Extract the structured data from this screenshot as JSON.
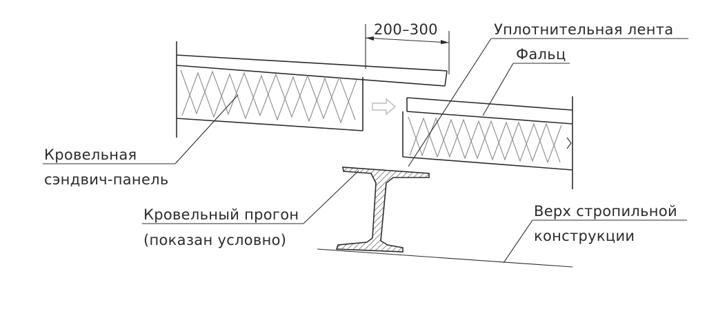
{
  "labels": {
    "dimension": "200–300",
    "sealing_tape": "Уплотнительная лента",
    "fold": "Фальц",
    "panel_line1": "Кровельная",
    "panel_line2": "сэндвич-панель",
    "purlin_line1": "Кровельный прогон",
    "purlin_line2": "(показан условно)",
    "rafter_line1": "Верх стропильной",
    "rafter_line2": "конструкции"
  },
  "colors": {
    "line": "#2b2b2b",
    "insulation": "#8a8a8a",
    "background": "#ffffff"
  },
  "icons": {
    "shift_arrow": "hollow-right-arrow"
  }
}
